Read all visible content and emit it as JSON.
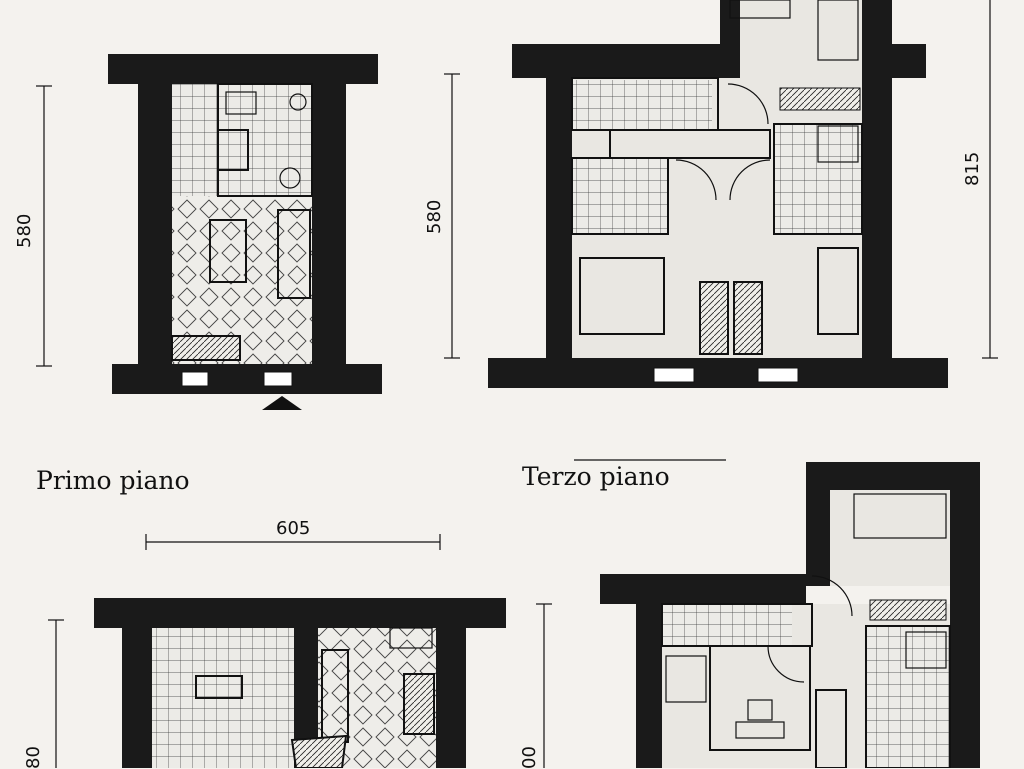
{
  "labels": {
    "primo_piano": "Primo piano",
    "terzo_piano": "Terzo piano"
  },
  "dimensions": {
    "p1_height": "580",
    "p3_height": "580",
    "p3_right_height": "815",
    "bottom_width": "605",
    "bottom_left_height": "80",
    "bottom_mid_height": "00"
  },
  "colors": {
    "wall": "#1a1a1a",
    "paper": "#f4f2ee"
  }
}
